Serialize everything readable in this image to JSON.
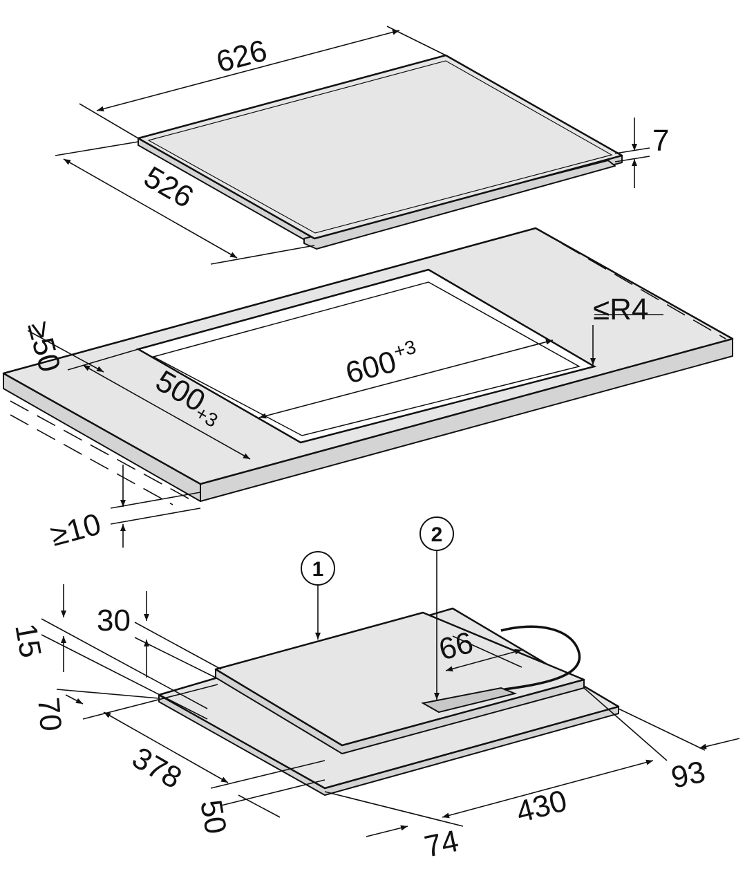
{
  "hob": {
    "width": "626",
    "depth": "526",
    "thickness": "7"
  },
  "cutout": {
    "min_front_distance": "≥50",
    "corner_radius": "≤R4",
    "width": "600",
    "width_tolerance": "+3",
    "depth": "500",
    "depth_tolerance": "+3",
    "min_worktop_thickness": "≥10"
  },
  "underside": {
    "callouts": [
      "1",
      "2"
    ],
    "dims": {
      "d15": "15",
      "d30": "30",
      "d66": "66",
      "d70": "70",
      "d378": "378",
      "d50": "50",
      "d74": "74",
      "d430": "430",
      "d93": "93"
    }
  }
}
